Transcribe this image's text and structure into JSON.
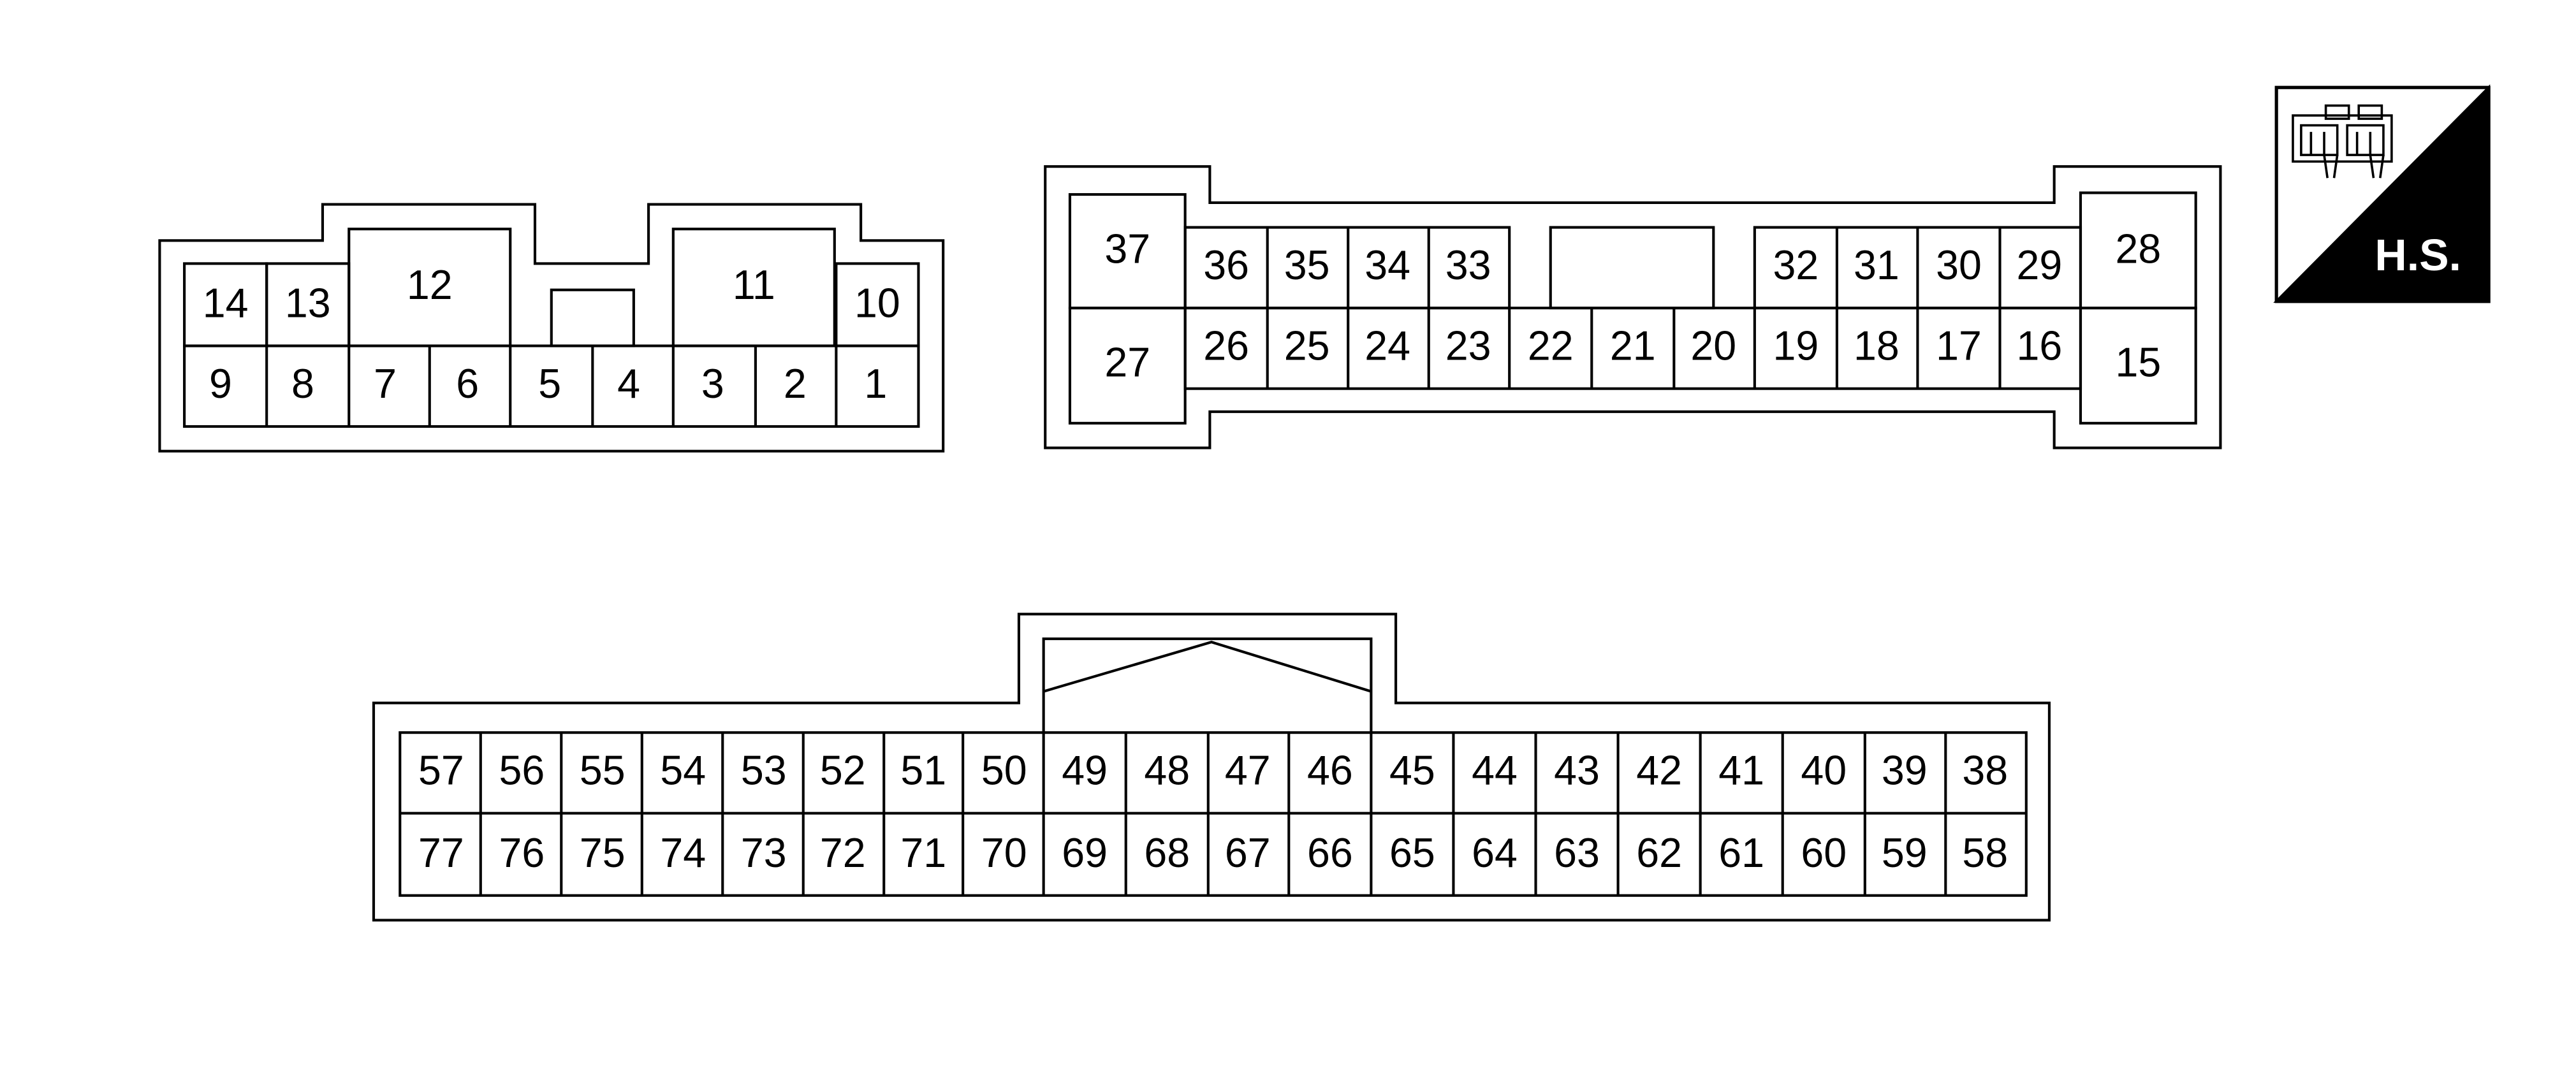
{
  "connector_a": {
    "top_row": [
      "14",
      "13",
      "12",
      "11",
      "10"
    ],
    "bottom_row": [
      "9",
      "8",
      "7",
      "6",
      "5",
      "4",
      "3",
      "2",
      "1"
    ]
  },
  "connector_b": {
    "left_large": [
      "37",
      "27"
    ],
    "top_left": [
      "36",
      "35",
      "34",
      "33"
    ],
    "top_right": [
      "32",
      "31",
      "30",
      "29"
    ],
    "bottom_row": [
      "26",
      "25",
      "24",
      "23",
      "22",
      "21",
      "20",
      "19",
      "18",
      "17",
      "16"
    ],
    "right_large": [
      "28",
      "15"
    ]
  },
  "connector_c": {
    "top_row": [
      "57",
      "56",
      "55",
      "54",
      "53",
      "52",
      "51",
      "50",
      "49",
      "48",
      "47",
      "46",
      "45",
      "44",
      "43",
      "42",
      "41",
      "40",
      "39",
      "38"
    ],
    "bottom_row": [
      "77",
      "76",
      "75",
      "74",
      "73",
      "72",
      "71",
      "70",
      "69",
      "68",
      "67",
      "66",
      "65",
      "64",
      "63",
      "62",
      "61",
      "60",
      "59",
      "58"
    ]
  },
  "badge": {
    "label": "H.S.",
    "icon": "connector-icon"
  },
  "colors": {
    "stroke": "#000000",
    "background": "#ffffff"
  }
}
